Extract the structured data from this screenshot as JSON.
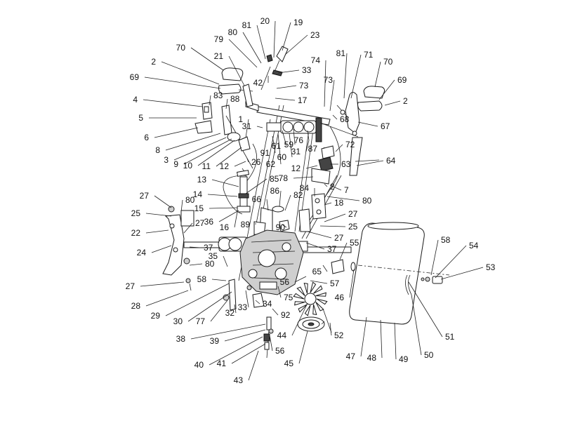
{
  "labels": [
    "1",
    "2",
    "3",
    "4",
    "5",
    "6",
    "7",
    "8",
    "9",
    "10",
    "11",
    "12",
    "13",
    "14",
    "15",
    "16",
    "17",
    "18",
    "19",
    "20",
    "21",
    "22",
    "23",
    "24",
    "25",
    "26",
    "27",
    "28",
    "29",
    "30",
    "31",
    "32",
    "33",
    "34",
    "35",
    "36",
    "37",
    "38",
    "39",
    "40",
    "41",
    "42",
    "43",
    "44",
    "45",
    "46",
    "47",
    "48",
    "49",
    "50",
    "51",
    "52",
    "53",
    "54",
    "55",
    "56",
    "57",
    "58",
    "59",
    "60",
    "61",
    "62",
    "63",
    "64",
    "65",
    "66",
    "67",
    "68",
    "69",
    "70",
    "71",
    "72",
    "73",
    "74",
    "75",
    "76",
    "77",
    "78",
    "79",
    "80",
    "81",
    "82",
    "83",
    "84",
    "85",
    "86",
    "87",
    "88",
    "89",
    "90",
    "91",
    "92"
  ],
  "icons": [
    "exploded-parts-diagram"
  ]
}
